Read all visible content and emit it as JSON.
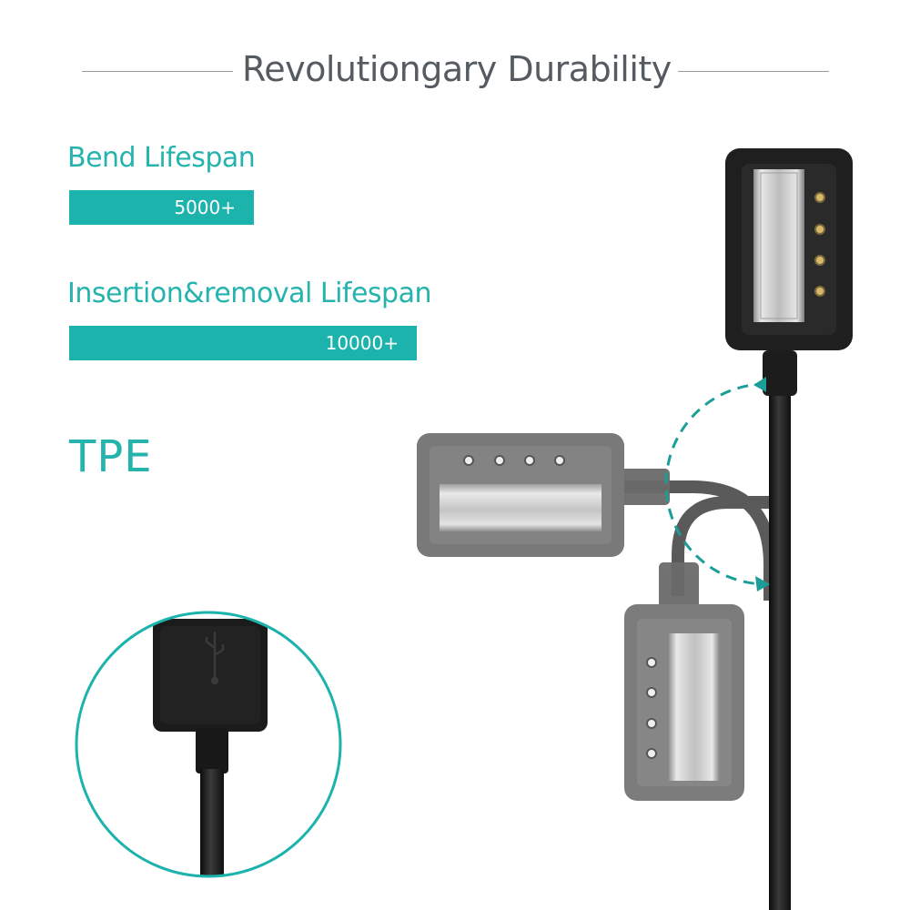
{
  "heading": {
    "title": "Revolutiongary Durability"
  },
  "specs": [
    {
      "label": "Bend Lifespan",
      "value": "5000+"
    },
    {
      "label": "Insertion&removal Lifespan",
      "value": "10000+"
    }
  ],
  "material": {
    "label": "TPE"
  },
  "colors": {
    "accent": "#1cb3ad",
    "heading_text": "#555b60",
    "cable_black": "#1f1f1f",
    "connector_gray": "#6e6e6e"
  },
  "icons": {
    "usb_symbol": "usb-symbol-icon"
  }
}
